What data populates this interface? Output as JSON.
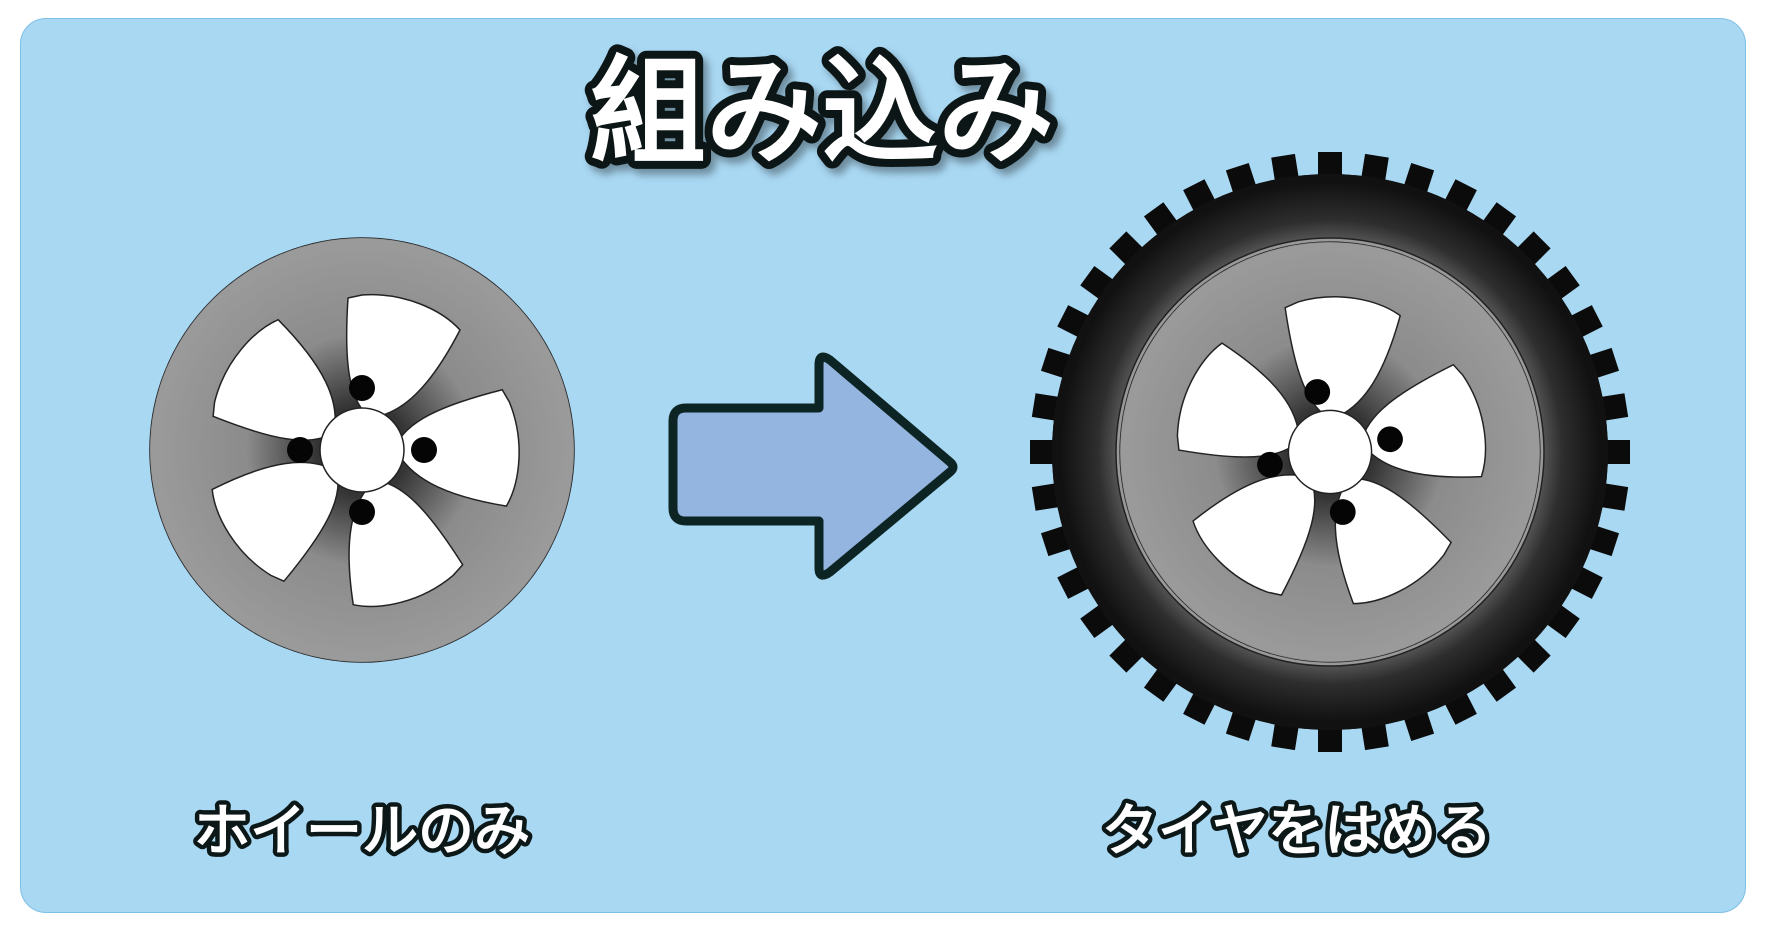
{
  "title": "組み込み",
  "captions": {
    "left": "ホイールのみ",
    "right": "タイヤをはめる"
  },
  "colors": {
    "background": "#a9d8f3",
    "arrow_fill": "#94b5df",
    "outline": "#0c1717",
    "wheel_rim": "#989898",
    "tire": "#1c1c1c"
  },
  "icons": {
    "left": "wheel-icon",
    "arrow": "arrow-right-icon",
    "right": "tire-wheel-icon"
  }
}
